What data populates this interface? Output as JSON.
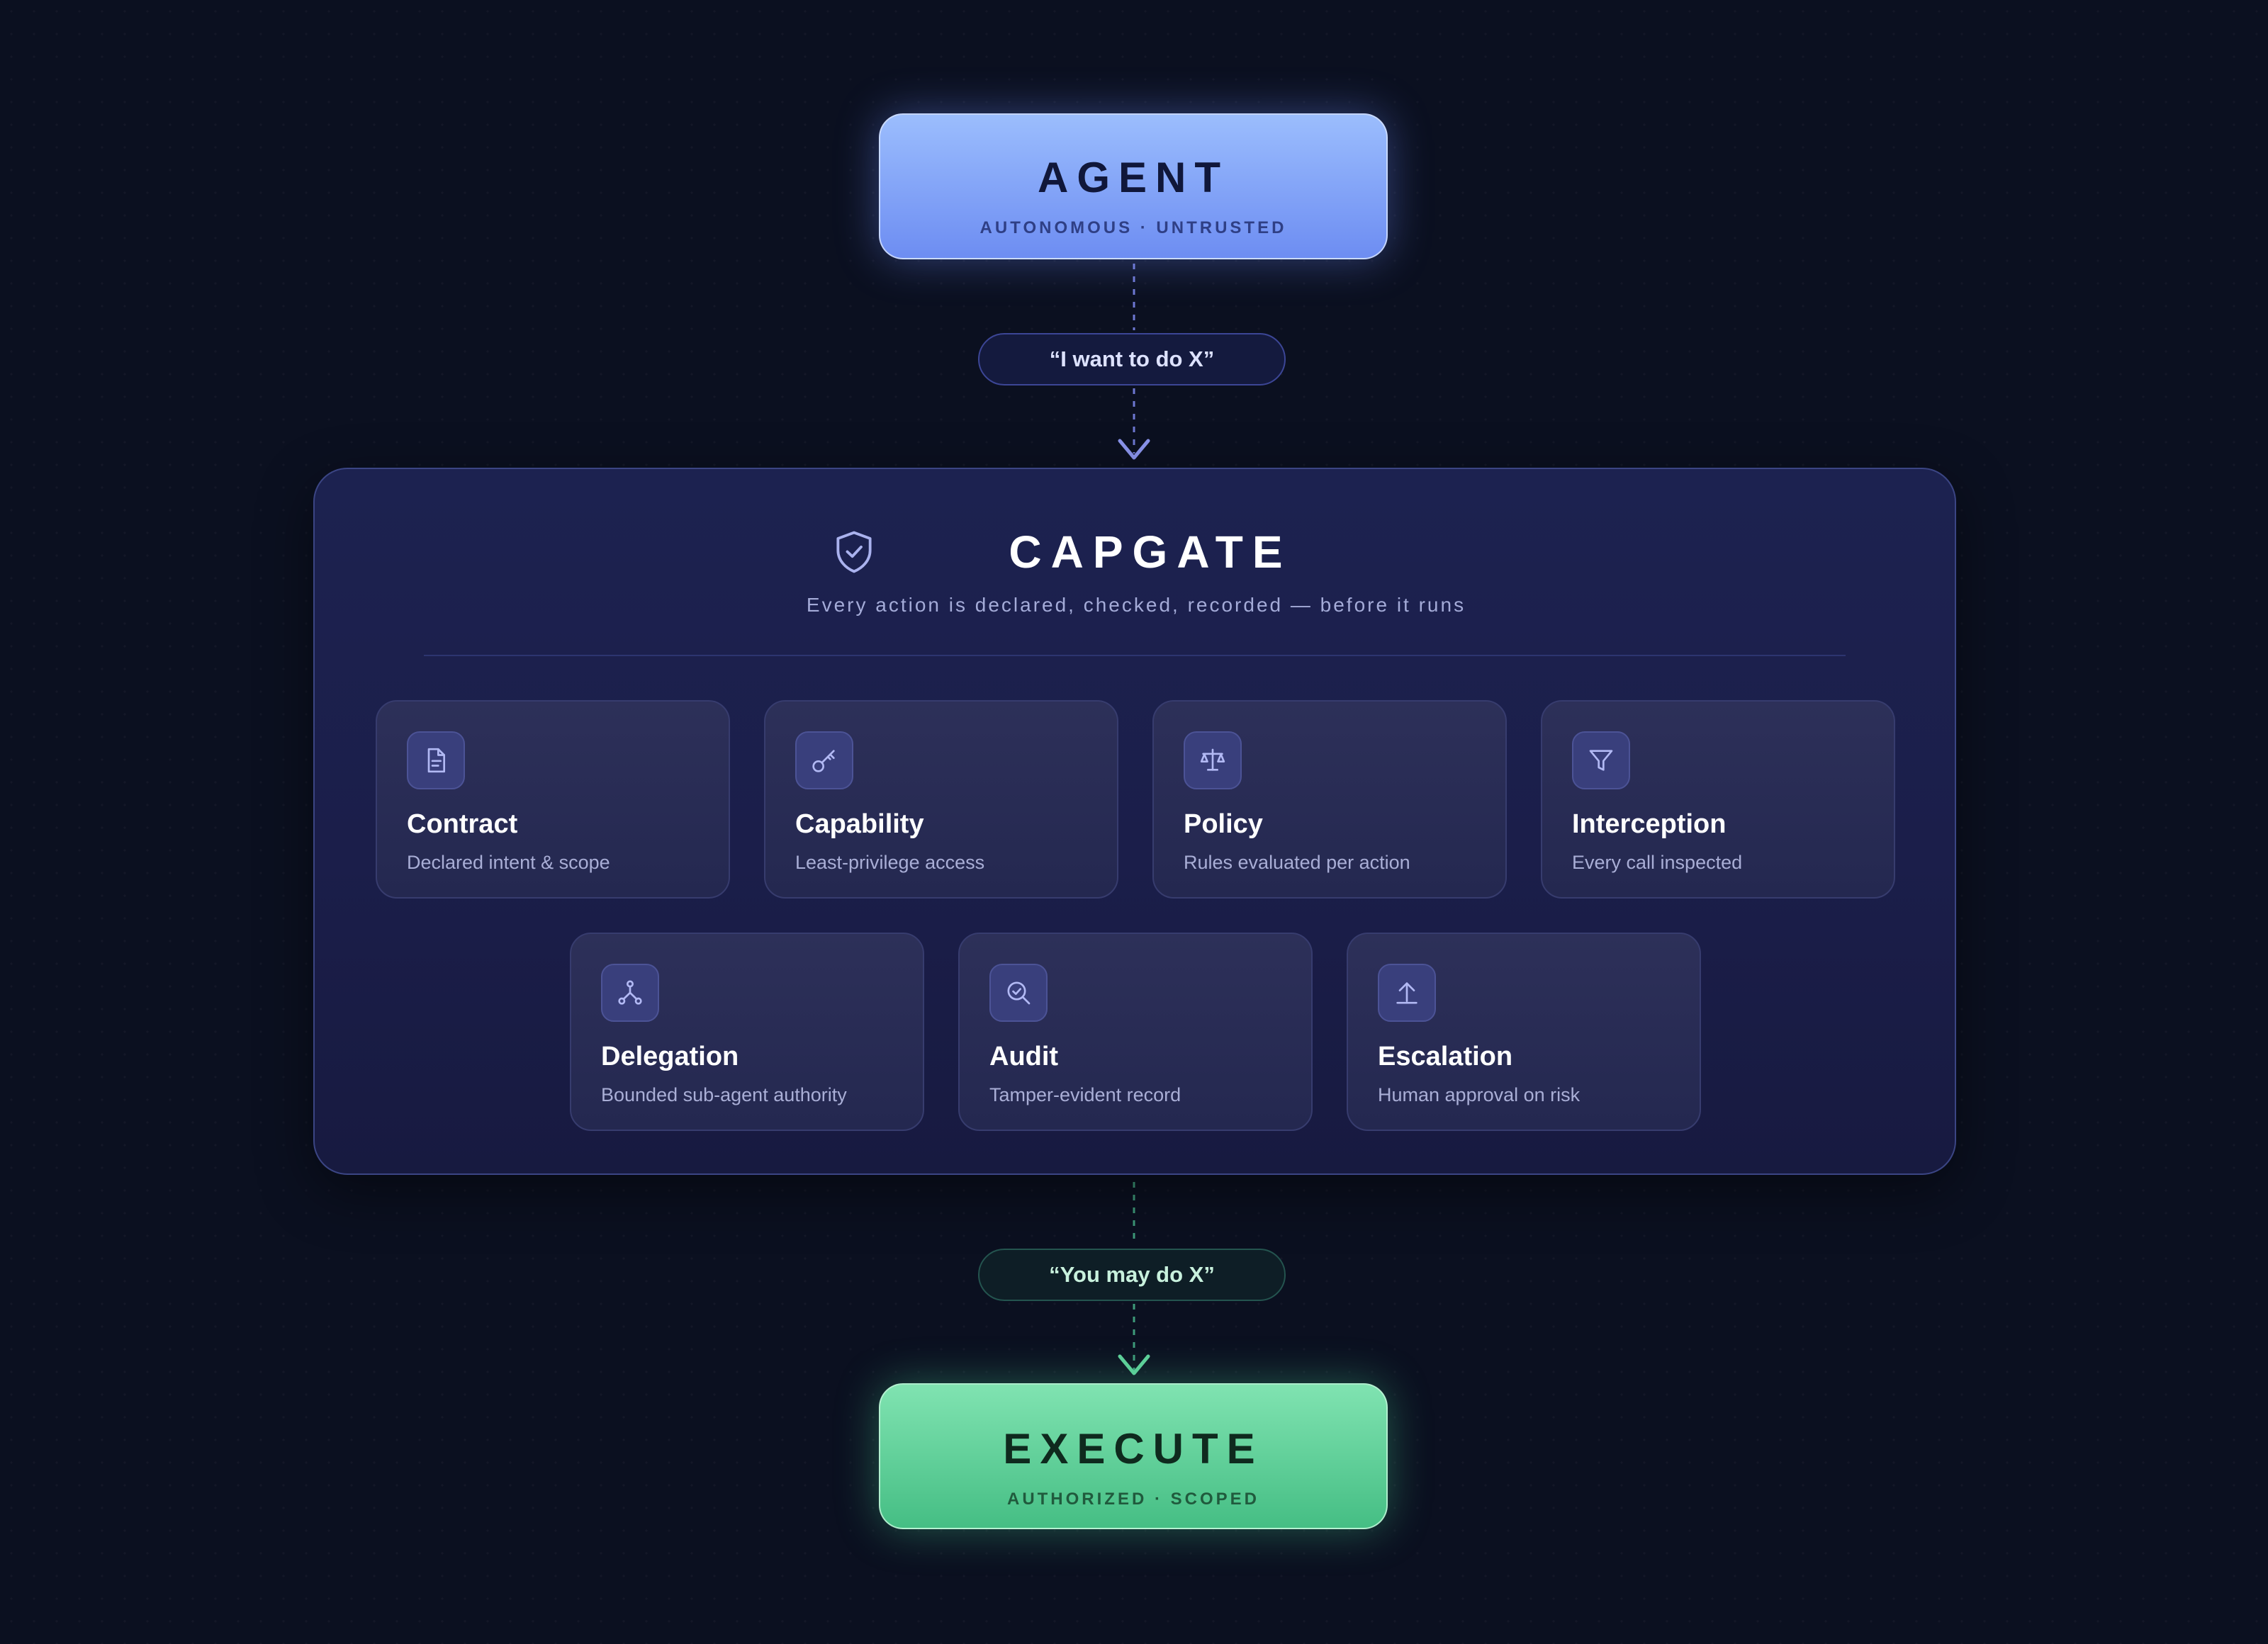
{
  "agent": {
    "title": "AGENT",
    "subtitle": "AUTONOMOUS · UNTRUSTED"
  },
  "request_pill": "“I want to do X”",
  "capgate": {
    "title": "CAPGATE",
    "subtitle": "Every action is declared, checked, recorded — before it runs",
    "cards": [
      {
        "icon": "document-icon",
        "title": "Contract",
        "desc": "Declared intent & scope"
      },
      {
        "icon": "key-icon",
        "title": "Capability",
        "desc": "Least-privilege access"
      },
      {
        "icon": "scale-icon",
        "title": "Policy",
        "desc": "Rules evaluated per action"
      },
      {
        "icon": "filter-icon",
        "title": "Interception",
        "desc": "Every call inspected"
      },
      {
        "icon": "branch-icon",
        "title": "Delegation",
        "desc": "Bounded sub-agent authority"
      },
      {
        "icon": "magnifier-check-icon",
        "title": "Audit",
        "desc": "Tamper-evident record"
      },
      {
        "icon": "upload-arrow-icon",
        "title": "Escalation",
        "desc": "Human approval on risk"
      }
    ]
  },
  "grant_pill": "“You may do X”",
  "execute": {
    "title": "EXECUTE",
    "subtitle": "AUTHORIZED · SCOPED"
  },
  "colors": {
    "background": "#0b1020",
    "agent": "#7f9ef6",
    "request_line": "#7c84e0",
    "capgate": "#1c2250",
    "icon": "#a7b0f3",
    "grant_line": "#4fbf93",
    "execute": "#5fd09a"
  }
}
